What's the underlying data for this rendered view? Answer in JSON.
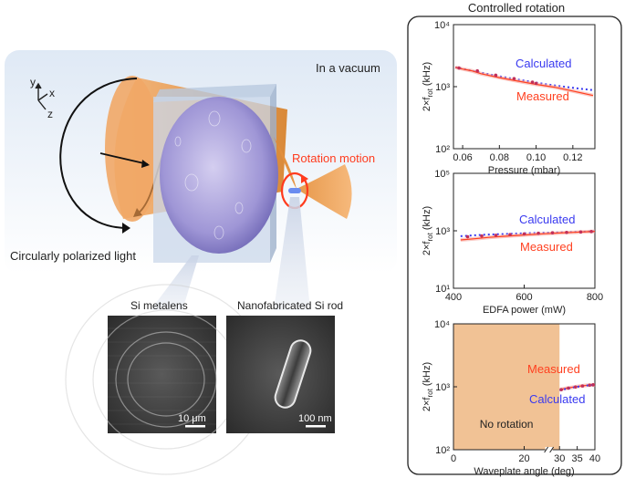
{
  "illustration": {
    "environment_label": "In a vacuum",
    "axes": {
      "y": "y",
      "x": "x",
      "z": "z"
    },
    "light_label": "Circularly polarized light",
    "motion_label": "Rotation motion",
    "metalens_title": "Si metalens",
    "rod_title": "Nanofabricated Si rod",
    "metalens_scalebar": "10 μm",
    "rod_scalebar": "100 nm"
  },
  "panel": {
    "title": "Controlled rotation",
    "y_label_prefix": "2×f",
    "y_label_sub": "rot",
    "y_label_suffix": " (kHz)"
  },
  "chart_data": [
    {
      "type": "line",
      "xlabel": "Pressure (mbar)",
      "ylabel": "2×frot (kHz)",
      "xlim": [
        0.055,
        0.132
      ],
      "ylim": [
        100,
        10000
      ],
      "yscale": "log",
      "xticks": [
        "0.06",
        "0.08",
        "0.10",
        "0.12"
      ],
      "xtick_values": [
        0.06,
        0.08,
        0.1,
        0.12
      ],
      "yticks": [
        "10²",
        "10³",
        "10⁴"
      ],
      "ytick_values": [
        100,
        1000,
        10000
      ],
      "series": [
        {
          "name": "Calculated",
          "color": "#3a3af0",
          "x": [
            0.056,
            0.065,
            0.075,
            0.085,
            0.095,
            0.105,
            0.115,
            0.125,
            0.131
          ],
          "y": [
            2050,
            1800,
            1570,
            1380,
            1230,
            1100,
            1000,
            920,
            880
          ]
        },
        {
          "name": "Measured",
          "color": "#ff4020",
          "x": [
            0.056,
            0.06,
            0.065,
            0.07,
            0.08,
            0.09,
            0.1,
            0.11,
            0.12,
            0.131
          ],
          "y": [
            2050,
            1920,
            1800,
            1620,
            1400,
            1230,
            1090,
            980,
            850,
            720
          ]
        }
      ],
      "points": {
        "x": [
          0.058,
          0.068,
          0.078,
          0.088,
          0.098,
          0.1
        ],
        "y": [
          2000,
          1800,
          1530,
          1350,
          1180,
          1130
        ]
      }
    },
    {
      "type": "line",
      "xlabel": "EDFA power (mW)",
      "ylabel": "2×frot (kHz)",
      "xlim": [
        400,
        800
      ],
      "ylim": [
        10,
        100000
      ],
      "yscale": "log",
      "xticks": [
        "400",
        "600",
        "800"
      ],
      "xtick_values": [
        400,
        600,
        800
      ],
      "yticks": [
        "10¹",
        "10³",
        "10⁵"
      ],
      "ytick_values": [
        10,
        1000,
        100000
      ],
      "series": [
        {
          "name": "Calculated",
          "color": "#3a3af0",
          "x": [
            420,
            460,
            500,
            540,
            580,
            620,
            660,
            700,
            740,
            780,
            800
          ],
          "y": [
            650,
            700,
            740,
            770,
            800,
            830,
            860,
            880,
            910,
            940,
            960
          ]
        },
        {
          "name": "Measured",
          "color": "#ff4020",
          "x": [
            420,
            460,
            500,
            540,
            580,
            620,
            660,
            700,
            740,
            780,
            800
          ],
          "y": [
            480,
            530,
            590,
            640,
            690,
            740,
            790,
            840,
            880,
            930,
            960
          ]
        }
      ],
      "points": {
        "x": [
          440,
          480,
          520,
          560,
          600,
          640,
          680,
          720,
          760,
          790
        ],
        "y": [
          620,
          660,
          700,
          740,
          780,
          820,
          850,
          880,
          910,
          940
        ]
      }
    },
    {
      "type": "line",
      "xlabel": "Waveplate angle (deg)",
      "ylabel": "2×frot (kHz)",
      "xlim": [
        0,
        40
      ],
      "ylim": [
        100,
        10000
      ],
      "yscale": "log",
      "xticks": [
        "0",
        "20",
        "30",
        "35",
        "40"
      ],
      "xtick_values": [
        0,
        20,
        30,
        35,
        40
      ],
      "yticks": [
        "10²",
        "10³",
        "10⁴"
      ],
      "ytick_values": [
        100,
        1000,
        10000
      ],
      "annotation": "No rotation",
      "no_rotation_range": [
        0,
        30
      ],
      "axis_break": true,
      "series": [
        {
          "name": "Measured",
          "color": "#ff4020",
          "x": [
            30,
            32,
            34,
            36,
            38,
            40
          ],
          "y": [
            900,
            950,
            990,
            1030,
            1060,
            1080
          ]
        },
        {
          "name": "Calculated",
          "color": "#3a3af0",
          "x": [
            30,
            32,
            34,
            36,
            38,
            40
          ],
          "y": [
            880,
            930,
            980,
            1020,
            1050,
            1080
          ]
        }
      ],
      "points": {
        "x": [
          30.5,
          32.5,
          34.5,
          36.5,
          38.5,
          39.5
        ],
        "y": [
          900,
          950,
          990,
          1030,
          1060,
          1075
        ]
      }
    }
  ]
}
